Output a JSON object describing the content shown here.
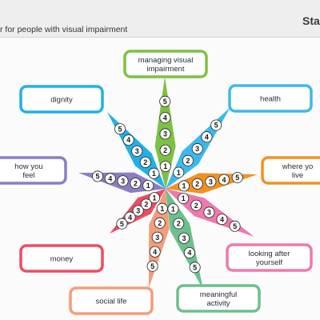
{
  "header": {
    "subtitle": "r for people with visual impairment",
    "corner_title": "Sta"
  },
  "scale_numbers": [
    "1",
    "2",
    "3",
    "4",
    "5"
  ],
  "domains": [
    {
      "id": "managing-visual-impairment",
      "lines": [
        "managing visual",
        "impairment"
      ],
      "color": "#7cc242"
    },
    {
      "id": "health",
      "lines": [
        "health"
      ],
      "color": "#3cb9ec"
    },
    {
      "id": "where-you-live",
      "lines": [
        "where yo",
        "live"
      ],
      "color": "#f4911e"
    },
    {
      "id": "looking-after-yourself",
      "lines": [
        "looking after",
        "yourself"
      ],
      "color": "#ee79ac"
    },
    {
      "id": "meaningful-activity",
      "lines": [
        "meaningful",
        "activity"
      ],
      "color": "#6cc08c"
    },
    {
      "id": "social-life",
      "lines": [
        "social life"
      ],
      "color": "#f59c7a"
    },
    {
      "id": "money",
      "lines": [
        "money"
      ],
      "color": "#ef4b63"
    },
    {
      "id": "how-you-feel",
      "lines": [
        "how you",
        "feel"
      ],
      "color": "#8d7cc4"
    },
    {
      "id": "dignity",
      "lines": [
        "dignity"
      ],
      "color": "#22b0e6"
    }
  ]
}
